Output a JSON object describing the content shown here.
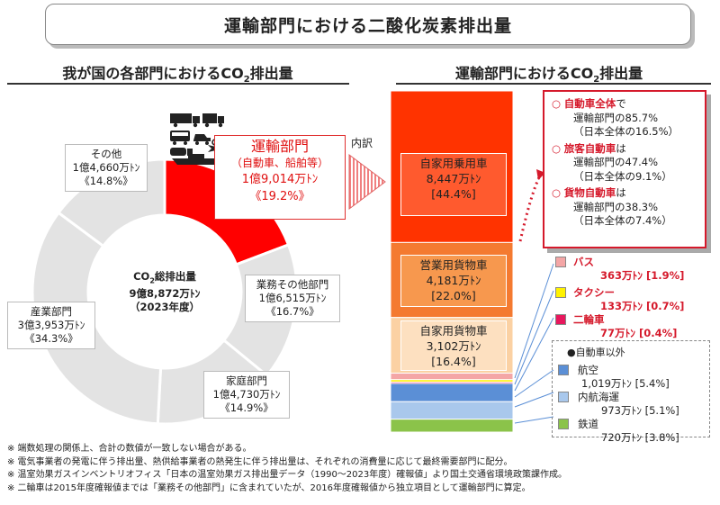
{
  "title": "運輸部門における二酸化炭素排出量",
  "left_heading": {
    "pre": "我が国の各部門におけるCO",
    "sub": "2",
    "post": "排出量"
  },
  "right_heading": {
    "pre": "運輸部門におけるCO",
    "sub": "2",
    "post": "排出量"
  },
  "donut": {
    "center": {
      "line1_pre": "CO",
      "line1_sub": "2",
      "line1_post": "総排出量",
      "line2": "9億8,872万ﾄﾝ",
      "line3": "（2023年度）"
    },
    "labels": {
      "transport": {
        "name": "運輸部門",
        "sub": "（自動車、船舶等）",
        "value": "1億9,014万ﾄﾝ",
        "pct": "《19.2%》"
      },
      "business": {
        "name": "業務その他部門",
        "value": "1億6,515万ﾄﾝ",
        "pct": "《16.7%》"
      },
      "household": {
        "name": "家庭部門",
        "value": "1億4,730万ﾄﾝ",
        "pct": "《14.9%》"
      },
      "industry": {
        "name": "産業部門",
        "value": "3億3,953万ﾄﾝ",
        "pct": "《34.3%》"
      },
      "other": {
        "name": "その他",
        "value": "1億4,660万ﾄﾝ",
        "pct": "《14.8%》"
      }
    }
  },
  "breakdown_label": "内訳",
  "stack_labels": {
    "private_car": {
      "name": "自家用乗用車",
      "value": "8,447万ﾄﾝ",
      "pct": "[44.4%]"
    },
    "commercial_truck": {
      "name": "営業用貨物車",
      "value": "4,181万ﾄﾝ",
      "pct": "[22.0%]"
    },
    "private_truck": {
      "name": "自家用貨物車",
      "value": "3,102万ﾄﾝ",
      "pct": "[16.4%]"
    }
  },
  "callout": {
    "items": [
      {
        "head": "自動車全体",
        "tail": "で",
        "line2": "運輸部門の85.7%",
        "line3": "（日本全体の16.5%）"
      },
      {
        "head": "旅客自動車",
        "tail": "は",
        "line2": "運輸部門の47.4%",
        "line3": "（日本全体の9.1%）"
      },
      {
        "head": "貨物自動車",
        "tail": "は",
        "line2": "運輸部門の38.3%",
        "line3": "（日本全体の7.4%）"
      }
    ]
  },
  "legend_vehicle": [
    {
      "name": "バス",
      "value": "363万ﾄﾝ [1.9%]",
      "color": "#f4a6a6"
    },
    {
      "name": "タクシー",
      "value": "133万ﾄﾝ [0.7%]",
      "color": "#fff200"
    },
    {
      "name": "二輪車",
      "value": "77万ﾄﾝ [0.4%]",
      "color": "#e8175d"
    }
  ],
  "legend_non_vehicle_title": "●自動車以外",
  "legend_non_vehicle": [
    {
      "name": "航空",
      "value": "1,019万ﾄﾝ [5.4%]",
      "color": "#5b8fd6"
    },
    {
      "name": "内航海運",
      "value": "973万ﾄﾝ [5.1%]",
      "color": "#a9c8ec"
    },
    {
      "name": "鉄道",
      "value": "720万ﾄﾝ [3.8%]",
      "color": "#8bc34a"
    }
  ],
  "notes": [
    "※ 端数処理の関係上、合計の数値が一致しない場合がある。",
    "※ 電気事業者の発電に伴う排出量、熱供給事業者の熱発生に伴う排出量は、それぞれの消費量に応じて最終需要部門に配分。",
    "※ 温室効果ガスインベントリオフィス「日本の温室効果ガス排出量データ（1990～2023年度）確報値」より国土交通省環境政策課作成。",
    "※ 二輪車は2015年度確報値までは「業務その他部門」に含まれていたが、2016年度確報値から独立項目として運輸部門に算定。"
  ],
  "colors": {
    "transport_red": "#ff0000",
    "donut_grey": "#e3e3e3",
    "private_car": "#ff3300",
    "commercial_truck": "#f47a30",
    "private_truck": "#fbd1a3"
  },
  "chart_data": [
    {
      "type": "pie",
      "title": "我が国の各部門におけるCO2排出量",
      "categories": [
        "運輸部門",
        "業務その他部門",
        "家庭部門",
        "産業部門",
        "その他"
      ],
      "values": [
        19014,
        16515,
        14730,
        33953,
        14660
      ],
      "percent": [
        19.2,
        16.7,
        14.9,
        34.3,
        14.8
      ],
      "total": 98872
    },
    {
      "type": "bar",
      "stacked": true,
      "title": "運輸部門におけるCO2排出量",
      "categories": [
        "自家用乗用車",
        "営業用貨物車",
        "自家用貨物車",
        "バス",
        "タクシー",
        "二輪車",
        "航空",
        "内航海運",
        "鉄道"
      ],
      "values": [
        8447,
        4181,
        3102,
        363,
        133,
        77,
        1019,
        973,
        720
      ],
      "percent": [
        44.4,
        22.0,
        16.4,
        1.9,
        0.7,
        0.4,
        5.4,
        5.1,
        3.8
      ]
    }
  ]
}
